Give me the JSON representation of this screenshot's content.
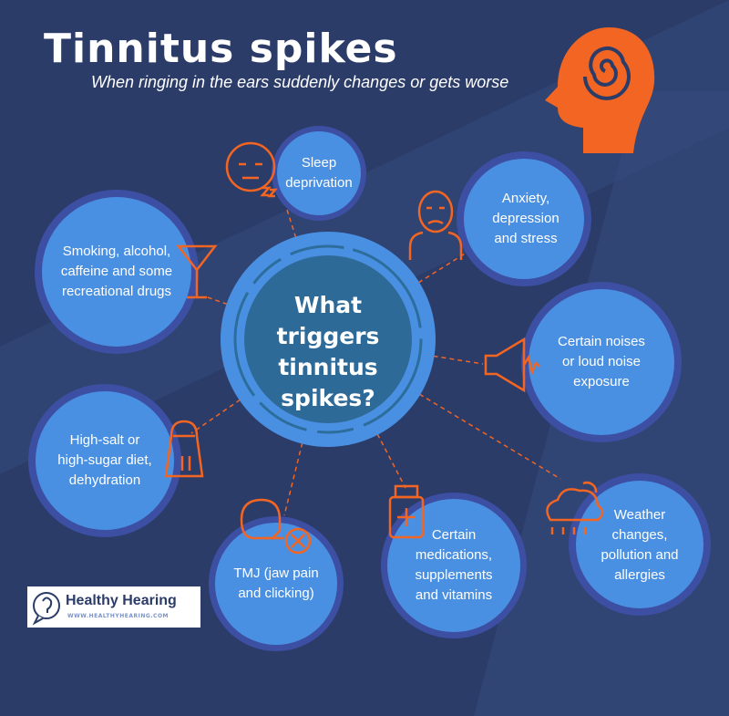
{
  "header": {
    "title": "Tinnitus spikes",
    "subtitle": "When ringing in the ears suddenly changes or gets worse"
  },
  "center": {
    "label": "What triggers tinnitus spikes?"
  },
  "triggers": [
    {
      "label": "Sleep deprivation",
      "icon": "sleepy-face-icon"
    },
    {
      "label": "Anxiety, depression and stress",
      "icon": "worried-person-icon"
    },
    {
      "label": "Smoking, alcohol, caffeine and some recreational drugs",
      "icon": "martini-glass-icon"
    },
    {
      "label": "Certain noises or loud noise exposure",
      "icon": "megaphone-icon"
    },
    {
      "label": "High-salt or high-sugar diet, dehydration",
      "icon": "salt-shaker-icon"
    },
    {
      "label": "TMJ (jaw pain and clicking)",
      "icon": "jaw-pain-icon"
    },
    {
      "label": "Certain medications, supplements and vitamins",
      "icon": "medicine-bottle-icon"
    },
    {
      "label": "Weather changes, pollution and allergies",
      "icon": "weather-cloud-icon"
    }
  ],
  "logo": {
    "name": "Healthy Hearing",
    "url": "WWW.HEALTHYHEARING.COM"
  },
  "colors": {
    "background": "#2b3c69",
    "node": "#4a90e2",
    "ring": "#3d4fa3",
    "accent": "#f26522"
  }
}
